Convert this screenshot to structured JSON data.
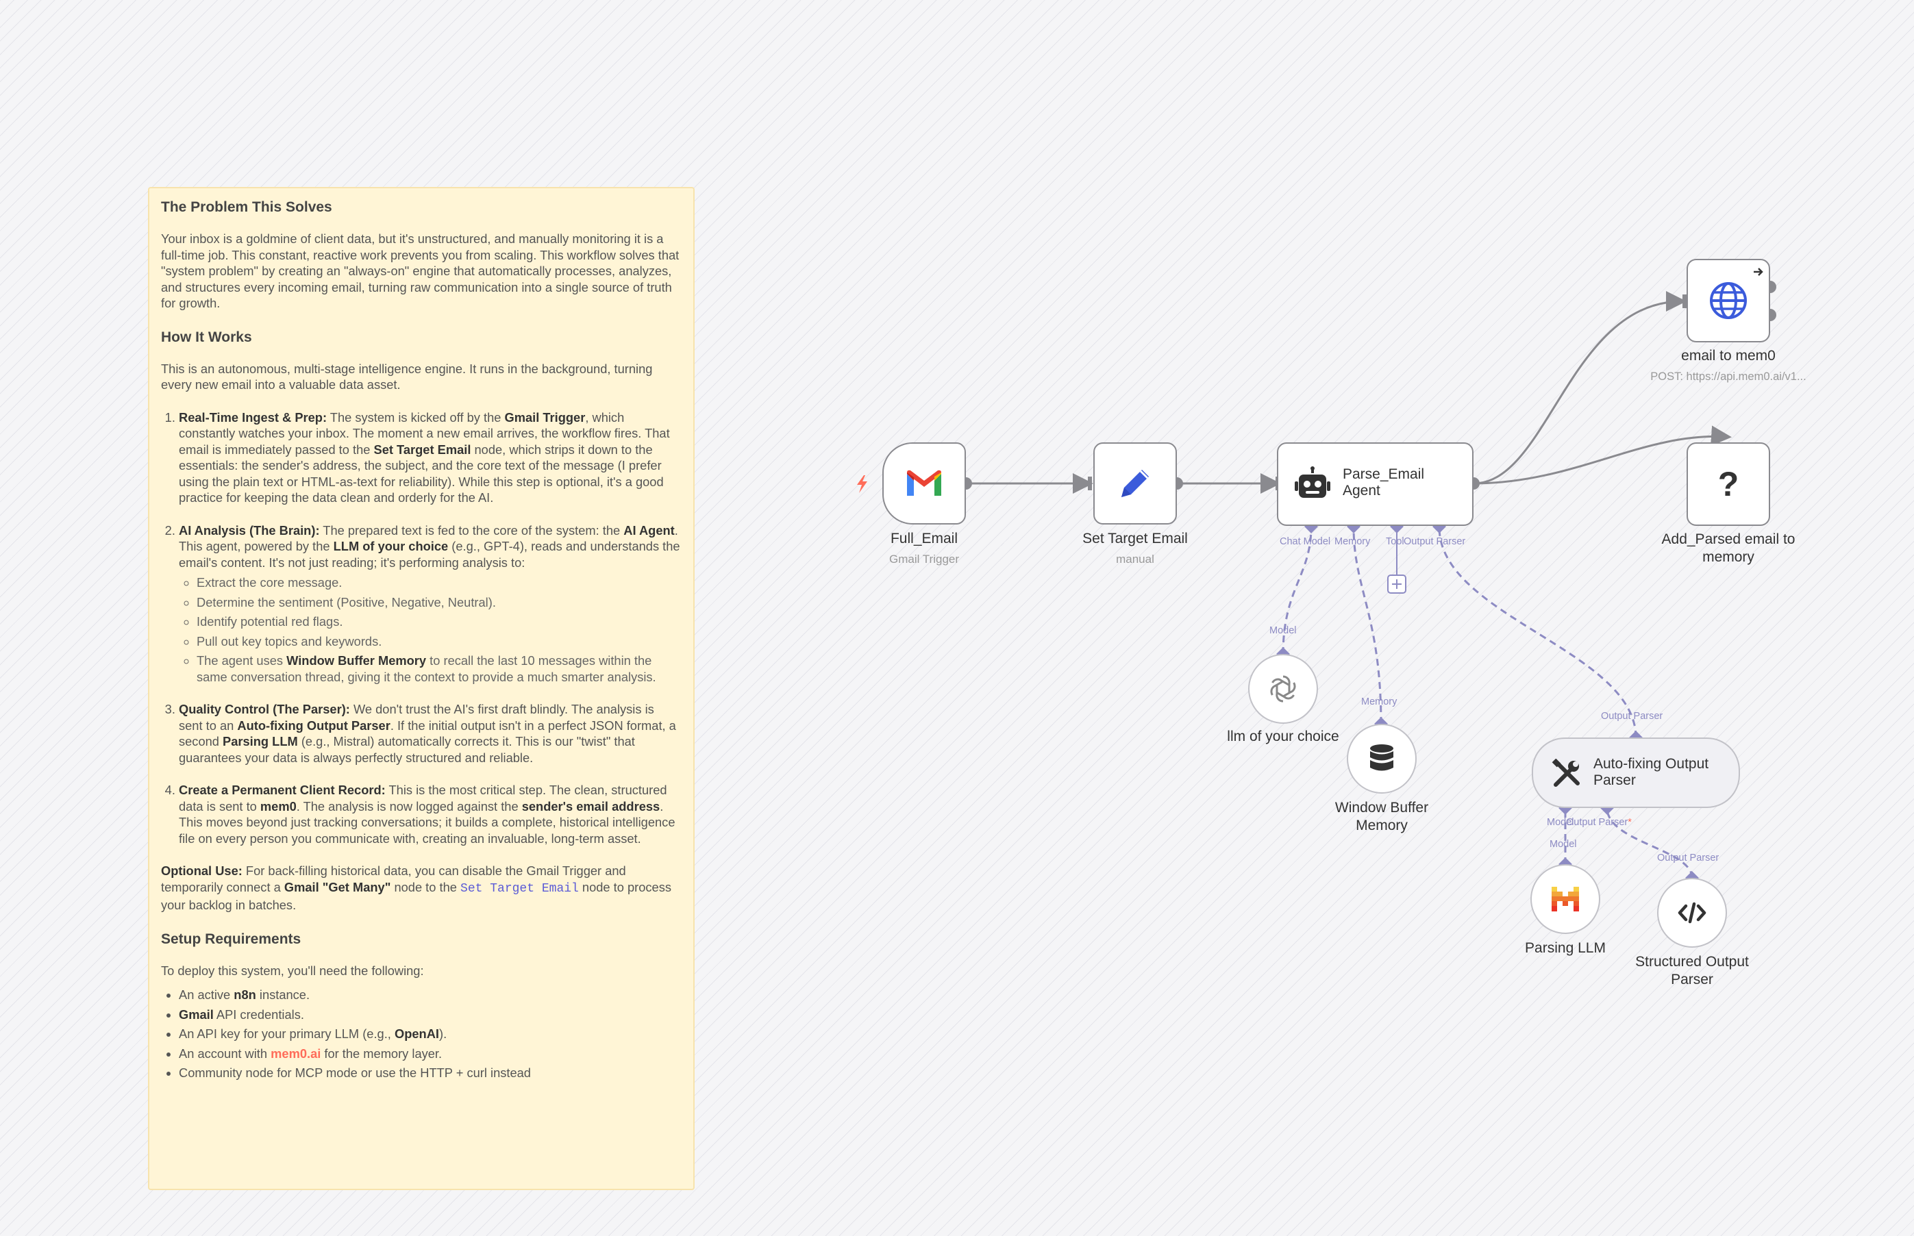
{
  "sticky": {
    "h1": "The Problem This Solves",
    "p1": "Your inbox is a goldmine of client data, but it's unstructured, and manually monitoring it is a full-time job. This constant, reactive work prevents you from scaling. This workflow solves that \"system problem\" by creating an \"always-on\" engine that automatically processes, analyzes, and structures every incoming email, turning raw communication into a single source of truth for growth.",
    "h2": "How It Works",
    "p2": "This is an autonomous, multi-stage intelligence engine. It runs in the background, turning every new email into a valuable data asset.",
    "step1_title": "Real-Time Ingest & Prep:",
    "step1_a": " The system is kicked off by the ",
    "step1_b": "Gmail Trigger",
    "step1_c": ", which constantly watches your inbox. The moment a new email arrives, the workflow fires. That email is immediately passed to the ",
    "step1_d": "Set Target Email",
    "step1_e": " node, which strips it down to the essentials: the sender's address, the subject, and the core text of the message (I prefer using the plain text or HTML-as-text for reliability). While this step is optional, it's a good practice for keeping the data clean and orderly for the AI.",
    "step2_title": "AI Analysis (The Brain):",
    "step2_a": " The prepared text is fed to the core of the system: the ",
    "step2_b": "AI Agent",
    "step2_c": ". This agent, powered by the ",
    "step2_d": "LLM of your choice",
    "step2_e": " (e.g., GPT-4), reads and understands the email's content. It's not just reading; it's performing analysis to:",
    "step2_bullets": [
      "Extract the core message.",
      "Determine the sentiment (Positive, Negative, Neutral).",
      "Identify potential red flags.",
      "Pull out key topics and keywords."
    ],
    "step2_mem_a": "The agent uses ",
    "step2_mem_b": "Window Buffer Memory",
    "step2_mem_c": " to recall the last 10 messages within the same conversation thread, giving it the context to provide a much smarter analysis.",
    "step3_title": "Quality Control (The Parser):",
    "step3_a": " We don't trust the AI's first draft blindly. The analysis is sent to an ",
    "step3_b": "Auto-fixing Output Parser",
    "step3_c": ". If the initial output isn't in a perfect JSON format, a second ",
    "step3_d": "Parsing LLM",
    "step3_e": " (e.g., Mistral) automatically corrects it. This is our \"twist\" that guarantees your data is always perfectly structured and reliable.",
    "step4_title": "Create a Permanent Client Record:",
    "step4_a": " This is the most critical step. The clean, structured data is sent to ",
    "step4_b": "mem0",
    "step4_c": ". The analysis is now logged against the ",
    "step4_d": "sender's email address",
    "step4_e": ". This moves beyond just tracking conversations; it builds a complete, historical intelligence file on every person you communicate with, creating an invaluable, long-term asset.",
    "opt_title": "Optional Use:",
    "opt_a": " For back-filling historical data, you can disable the Gmail Trigger and temporarily connect a ",
    "opt_b": "Gmail \"Get Many\"",
    "opt_c": " node to the ",
    "opt_code": "Set Target Email",
    "opt_d": " node to process your backlog in batches.",
    "h3": "Setup Requirements",
    "p3": "To deploy this system, you'll need the following:",
    "req1_a": "An active ",
    "req1_b": "n8n",
    "req1_c": " instance.",
    "req2_b": "Gmail",
    "req2_c": " API credentials.",
    "req3_a": "An API key for your primary LLM (e.g., ",
    "req3_b": "OpenAI",
    "req3_c": ").",
    "req4_a": "An account with ",
    "req4_link": "mem0.ai",
    "req4_c": " for the memory layer.",
    "req5": "Community node for MCP mode or use the HTTP + curl instead"
  },
  "nodes": {
    "full_email": {
      "name": "Full_Email",
      "sub": "Gmail Trigger",
      "icon": "gmail-icon"
    },
    "set_target": {
      "name": "Set Target Email",
      "sub": "manual",
      "icon": "pencil-icon"
    },
    "agent": {
      "name_line1": "Parse_Email",
      "name_line2": "Agent",
      "icon": "robot-icon"
    },
    "email_mem0": {
      "name": "email to mem0",
      "sub": "POST: https://api.mem0.ai/v1...",
      "icon": "globe-icon"
    },
    "add_parsed": {
      "name_line1": "Add_Parsed email to",
      "name_line2": "memory",
      "icon": "question-icon"
    },
    "llm": {
      "name": "llm of your choice",
      "icon": "openai-icon"
    },
    "buffer": {
      "name_line1": "Window Buffer",
      "name_line2": "Memory",
      "icon": "database-icon"
    },
    "autofix": {
      "name_line1": "Auto-fixing Output",
      "name_line2": "Parser",
      "icon": "tools-icon"
    },
    "parsing_llm": {
      "name": "Parsing LLM",
      "icon": "mistral-icon"
    },
    "structured": {
      "name_line1": "Structured Output",
      "name_line2": "Parser",
      "icon": "code-icon"
    }
  },
  "ports": {
    "chat_model": "Chat Model",
    "memory": "Memory",
    "tool": "Tool",
    "output_parser": "Output Parser",
    "model": "Model",
    "model_short": "Model",
    "output_parser_req": "Output Parser",
    "required_mark": "*",
    "model_in": "Model",
    "memory_in": "Memory",
    "output_parser_in": "Output Parser",
    "model_in2": "Model",
    "output_parser_in2": "Output Parser"
  },
  "colors": {
    "edge": "#8a8a8f",
    "port_diamond": "#8d8bc3",
    "trigger_bolt": "#ff6d5a",
    "sticky_bg": "#fff5d6"
  }
}
